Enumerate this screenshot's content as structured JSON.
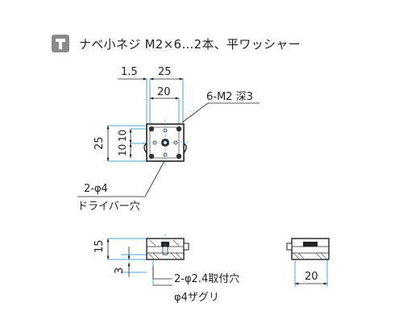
{
  "header": {
    "icon": "screw-fastener-icon",
    "text": "ナベ小ネジ M2×6…2本、平ワッシャー"
  },
  "top_view": {
    "dim_1_5": "1.5",
    "dim_25_width": "25",
    "dim_20_width": "20",
    "dim_25_height": "25",
    "dim_10_a": "10",
    "dim_10_b": "10",
    "label_tap": "6-M2 深3",
    "label_hole_1": "2-φ4",
    "label_hole_2": "ドライバー穴"
  },
  "front_view": {
    "dim_15": "15",
    "dim_3": "3",
    "label_hole_a": "2-φ2.4取付穴",
    "label_hole_b": "φ4ザグリ"
  },
  "side_view": {
    "dim_20": "20"
  },
  "colors": {
    "icon_bg": "#8a8a8a",
    "dim_line": "#4aa8d8",
    "outline": "#222222",
    "hatch": "#555555"
  }
}
